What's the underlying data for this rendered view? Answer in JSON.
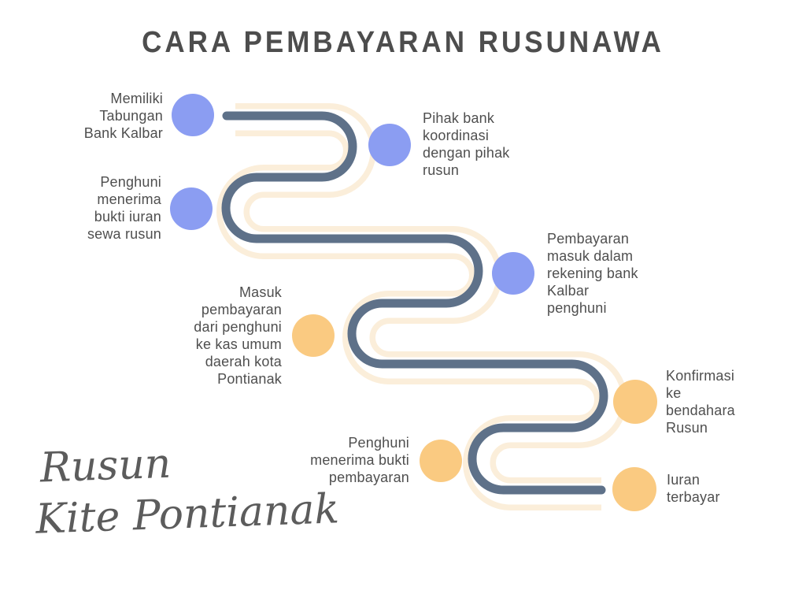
{
  "title": "CARA PEMBAYARAN RUSUNAWA",
  "brand": {
    "line1": "Rusun",
    "line2": "Kite Pontianak"
  },
  "colors": {
    "background": "#FFFFFF",
    "title_text": "#4D4D4D",
    "label_text": "#4F4F4F",
    "brand_text": "#5C5C5C",
    "node_blue": "#8B9DF2",
    "node_orange": "#FACA81",
    "path_dark": "#5E7189",
    "path_cream": "#FBEEDA",
    "path_inner": "#FFFFFF"
  },
  "steps": [
    {
      "label": "Memiliki\nTabungan\nBank Kalbar",
      "color": "#8B9DF2",
      "side": "left"
    },
    {
      "label": "Pihak bank\nkoordinasi\ndengan pihak\nrusun",
      "color": "#8B9DF2",
      "side": "right"
    },
    {
      "label": "Penghuni\nmenerima\nbukti iuran\nsewa rusun",
      "color": "#8B9DF2",
      "side": "left"
    },
    {
      "label": "Pembayaran\nmasuk dalam\nrekening bank\nKalbar\npenghuni",
      "color": "#8B9DF2",
      "side": "right"
    },
    {
      "label": "Masuk\npembayaran\ndari penghuni\nke kas umum\ndaerah kota\nPontianak",
      "color": "#FACA81",
      "side": "left"
    },
    {
      "label": "Konfirmasi\nke\nbendahara\nRusun",
      "color": "#FACA81",
      "side": "right"
    },
    {
      "label": "Penghuni\nmenerima bukti\npembayaran",
      "color": "#FACA81",
      "side": "left"
    },
    {
      "label": "Iuran\nterbayar",
      "color": "#FACA81",
      "side": "right"
    }
  ]
}
